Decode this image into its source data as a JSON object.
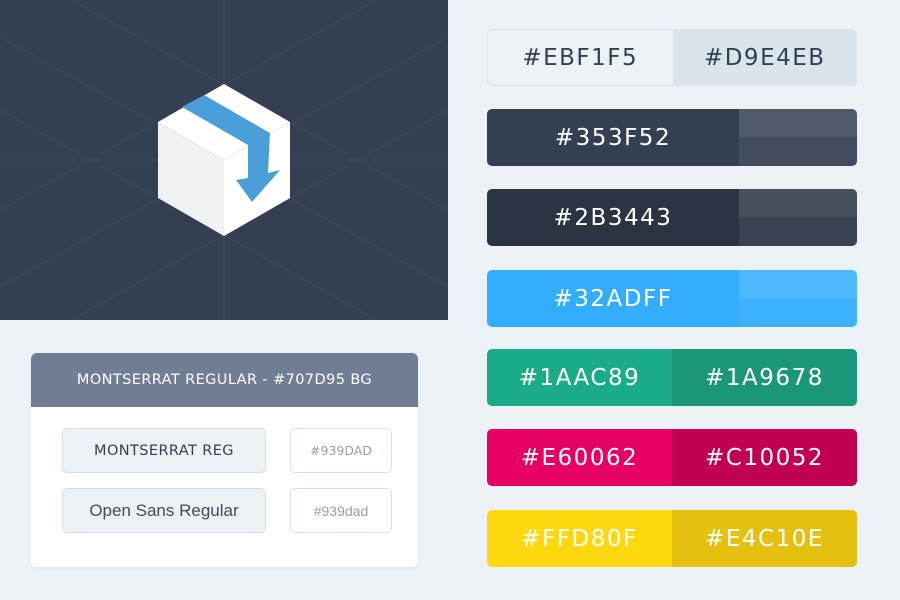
{
  "font_card": {
    "header": "MONTSERRAT REGULAR - #707D95 BG",
    "rows": [
      {
        "sample": "MONTSERRAT REG",
        "hex": "#939DAD"
      },
      {
        "sample": "Open Sans Regular",
        "hex": "#939dad"
      }
    ]
  },
  "swatches": {
    "s1": {
      "left": "#EBF1F5",
      "right": "#D9E4EB",
      "left_color": "#ebf1f5",
      "right_color": "#d9e4eb"
    },
    "s2": {
      "label": "#353F52",
      "color": "#353f52"
    },
    "s3": {
      "label": "#2B3443",
      "color": "#2b3443"
    },
    "s4": {
      "label": "#32ADFF",
      "color": "#32adff"
    },
    "s5": {
      "left": "#1AAC89",
      "right": "#1A9678",
      "left_color": "#1aac89",
      "right_color": "#1a9678"
    },
    "s6": {
      "left": "#E60062",
      "right": "#C10052",
      "left_color": "#e60062",
      "right_color": "#c10052"
    },
    "s7": {
      "left": "#FFD80F",
      "right": "#E4C10E",
      "left_color": "#ffd80f",
      "right_color": "#e4c10e"
    }
  },
  "hero": {
    "logo": "box-arrow-logo-icon",
    "background": "#353f52"
  }
}
